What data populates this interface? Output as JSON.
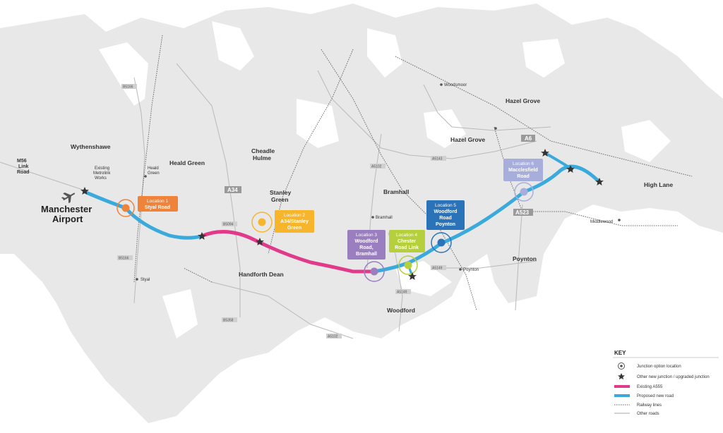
{
  "places": {
    "wythenshawe": "Wythenshawe",
    "heald_green": "Heald Green",
    "cheadle_hulme": "Cheadle\nHulme",
    "stanley_green": "Stanley\nGreen",
    "bramhall": "Bramhall",
    "hazel_grove_1": "Hazel Grove",
    "hazel_grove_2": "Hazel Grove",
    "high_lane": "High Lane",
    "poynton": "Poynton",
    "woodford": "Woodford",
    "handforth_dean": "Handforth Dean",
    "airport_line1": "Manchester",
    "airport_line2": "Airport",
    "m56_link": "M56\nLink\nRoad"
  },
  "small_places": {
    "metrolink": "Existing\nMetrolink\nWorks",
    "heald_green_stn": "Heald\nGreen",
    "styal": "Styal",
    "woodsmoor": "Woodsmoor",
    "bramhall_stn": "Bramhall",
    "poynton_stn": "Poynton",
    "middlewood": "Middlewood"
  },
  "roads": {
    "a34": "A34",
    "a6": "A6",
    "a523": "A523",
    "b5166_top": "B5166",
    "b5166_bottom": "B5166",
    "b5094": "B5094",
    "b5358": "B5358",
    "a5102_top": "A5102",
    "a5102_bottom": "A5102",
    "a5143": "A5143",
    "a5149_1": "A5149",
    "a5149_2": "A5149"
  },
  "locations": [
    {
      "title": "Location 1",
      "name": "Styal Road",
      "color": "#f0833a"
    },
    {
      "title": "Location 2",
      "name": "A34/Stanley\nGreen",
      "color": "#f7b52b"
    },
    {
      "title": "Location 3",
      "name": "Woodford\nRoad,\nBramhall",
      "color": "#9b7ec0"
    },
    {
      "title": "Location 4",
      "name": "Chester\nRoad Link",
      "color": "#b6cf3c"
    },
    {
      "title": "Location 5",
      "name": "Woodford\nRoad\nPoynton",
      "color": "#2b73b9"
    },
    {
      "title": "Location 6",
      "name": "Macclesfield\nRoad",
      "color": "#a7aedc"
    }
  ],
  "key": {
    "title": "KEY",
    "items": [
      {
        "label": "Junction option location",
        "symbol": "junction-circle"
      },
      {
        "label": "Other new junction / upgraded junction",
        "symbol": "star"
      },
      {
        "label": "Existing A555",
        "symbol": "line",
        "color": "#e23a8a"
      },
      {
        "label": "Proposed new road",
        "symbol": "line",
        "color": "#3aa9dc"
      },
      {
        "label": "Railway lines",
        "symbol": "dotted-line"
      },
      {
        "label": "Other roads",
        "symbol": "thin-line"
      }
    ]
  },
  "colors": {
    "existing_a555": "#e23a8a",
    "proposed_road": "#3aa9dc",
    "land": "#e9e9e9",
    "star": "#333333"
  }
}
